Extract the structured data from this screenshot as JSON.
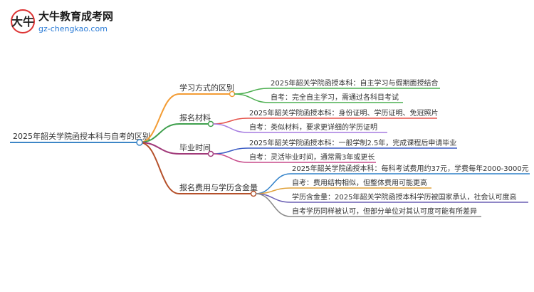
{
  "brand": {
    "title": "大牛教育成考网",
    "url": "gz-chengkao.com"
  },
  "mindmap": {
    "root": "2025年韶关学院函授本科与自考的区别",
    "branches": [
      {
        "label": "学习方式的区别",
        "color": "#f39c34",
        "leaves": [
          {
            "text": "2025年韶关学院函授本科：自主学习与假期面授结合",
            "color": "#4caf50"
          },
          {
            "text": "自考：完全自主学习，需通过各科目考试",
            "color": "#4caf50"
          }
        ]
      },
      {
        "label": "报名材料",
        "color": "#3e9f4c",
        "leaves": [
          {
            "text": "2025年韶关学院函授本科：身份证明、学历证明、免冠照片",
            "color": "#e5534b"
          },
          {
            "text": "自考：类似材料，要求更详细的学历证明",
            "color": "#a57be0"
          }
        ]
      },
      {
        "label": "毕业时间",
        "color": "#a13a7a",
        "leaves": [
          {
            "text": "2025年韶关学院函授本科：一般学制2.5年，完成课程后申请毕业",
            "color": "#3b5cc4"
          },
          {
            "text": "自考：灵活毕业时间，通常需3年或更长",
            "color": "#c74a8a"
          }
        ]
      },
      {
        "label": "报名费用与学历含金量",
        "color": "#b5502a",
        "leaves": [
          {
            "text": "2025年韶关学院函授本科：每科考试费用约37元，学费每年2000-3000元",
            "color": "#2f80c9"
          },
          {
            "text": "自考：费用结构相似，但整体费用可能更高",
            "color": "#e0a23a"
          },
          {
            "text": "学历含金量：2025年韶关学院函授本科学历被国家承认，社会认可度高",
            "color": "#6a5fb3"
          },
          {
            "text": "自考学历同样被认可，但部分单位对其认可度可能有所差异",
            "color": "#8a8a8a"
          }
        ]
      }
    ]
  }
}
